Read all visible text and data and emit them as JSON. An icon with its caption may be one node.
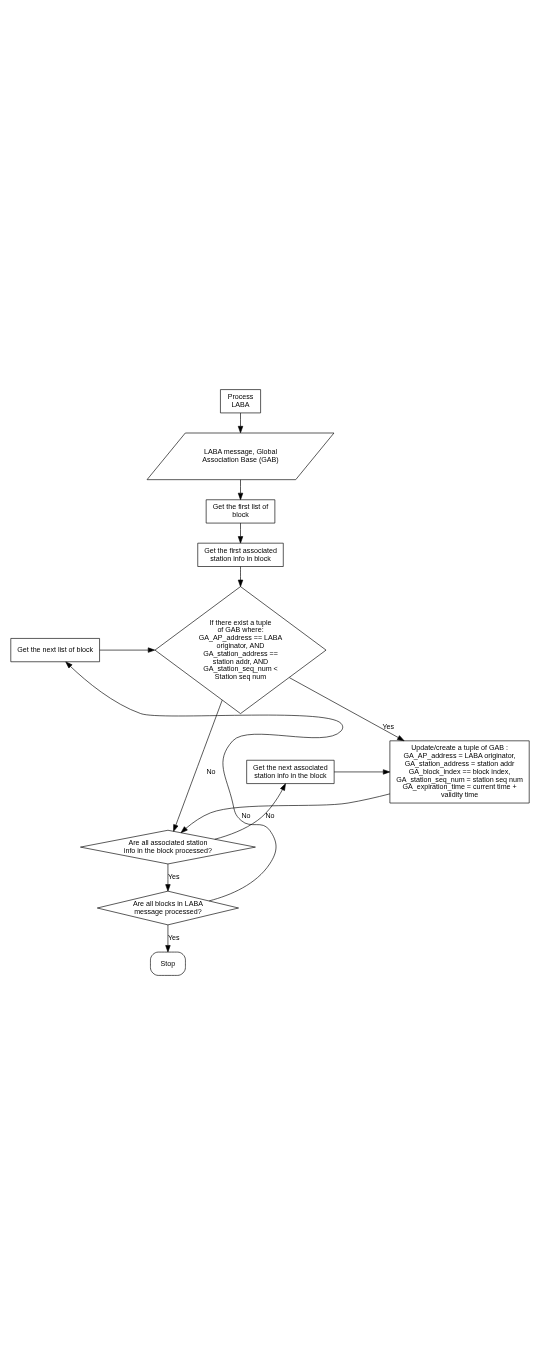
{
  "diagram": {
    "nodes": [
      {
        "text": [
          "Process LABA"
        ]
      },
      {
        "text": [
          "LABA message, Global Association Base (GAB)"
        ]
      },
      {
        "text": [
          "Get the first list of block"
        ]
      },
      {
        "text": [
          "Get the first associated station info in block"
        ]
      },
      {
        "text": [
          "Get the next list of block"
        ]
      },
      {
        "text": [
          "If there exist a tuple of GAB where: GA_AP_address == LABA originator, AND GA_station_address == station addr, AND GA_station_seq_num < Station seq num"
        ]
      },
      {
        "text": [
          "Get the next associated station info in the block"
        ]
      },
      {
        "text": [
          "Update/create a tuple of GAB : GA_AP_address = LABA originator, GA_station_address = station addr GA_block_index == block index, GA_station_seq_num = station seq num GA_expiration_time = current time + validity time"
        ]
      },
      {
        "text": [
          "Are all associated station info in the block processed?"
        ]
      },
      {
        "text": [
          "Are all blocks in LABA message processed?"
        ]
      },
      {
        "text": [
          "Stop"
        ]
      }
    ],
    "edges": [
      {
        "from": 0,
        "to": 1,
        "arrow": "to"
      },
      {
        "from": 1,
        "to": 2,
        "arrow": "to"
      },
      {
        "from": 2,
        "to": 3,
        "arrow": "to"
      },
      {
        "from": 3,
        "to": 5,
        "arrow": "to"
      },
      {
        "from": 4,
        "to": 5,
        "arrow": "to"
      },
      {
        "from": 5,
        "to": 8,
        "arrow": "to",
        "label": "No"
      },
      {
        "from": 5,
        "to": 7,
        "arrow": "to",
        "label": "Yes"
      },
      {
        "from": 6,
        "to": 7,
        "arrow": "to"
      },
      {
        "from": 7,
        "to": 8,
        "arrow": "to"
      },
      {
        "from": 8,
        "to": 6,
        "arrow": "to",
        "label": "No"
      },
      {
        "from": 8,
        "to": 9,
        "arrow": "to",
        "label": "Yes"
      },
      {
        "from": 9,
        "to": 4,
        "arrow": "to",
        "label": "No"
      },
      {
        "from": 9,
        "to": 10,
        "arrow": "to",
        "label": "Yes"
      }
    ]
  }
}
